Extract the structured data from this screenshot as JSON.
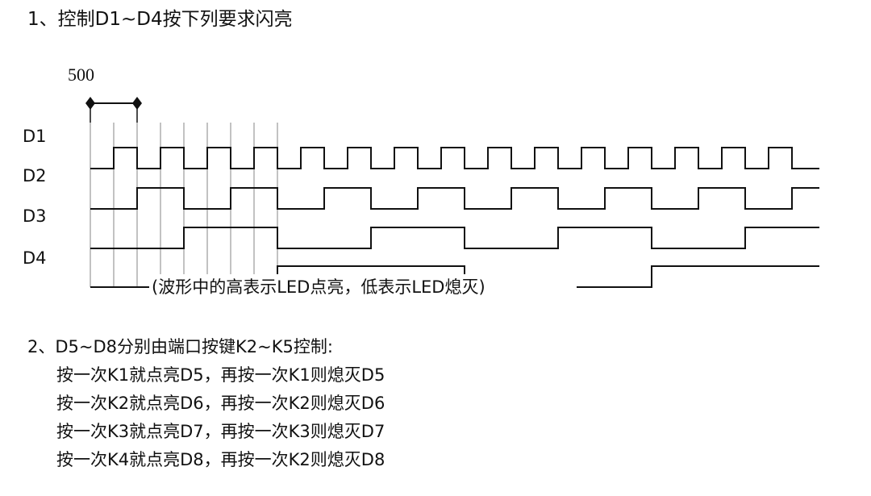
{
  "section1": {
    "title": "1、控制D1~D4按下列要求闪亮"
  },
  "timing_diagram": {
    "scale_label": "500",
    "signals": [
      {
        "label": "D1",
        "levels": "0101010101010101010101010101010"
      },
      {
        "label": "D2",
        "levels": "0011001100110011001100110011001"
      },
      {
        "label": "D3",
        "levels": "0000111100001111000011110000111"
      },
      {
        "label": "D4",
        "levels": "0000000011111111000000001111111"
      }
    ],
    "caption": "(波形中的高表示LED点亮，低表示LED熄灭)"
  },
  "section2": {
    "heading": "2、D5~D8分别由端口按键K2~K5控制:",
    "rules": [
      "按一次K1就点亮D5，再按一次K1则熄灭D5",
      "按一次K2就点亮D6，再按一次K2则熄灭D6",
      "按一次K3就点亮D7，再按一次K3则熄灭D7",
      "按一次K4就点亮D8，再按一次K2则熄灭D8"
    ]
  }
}
